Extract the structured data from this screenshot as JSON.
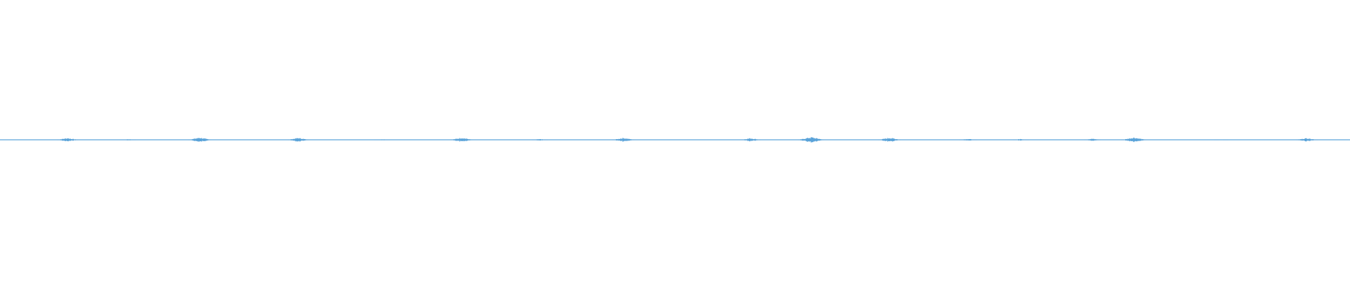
{
  "waveform": {
    "color": "#5aa3d9",
    "background": "#ffffff",
    "bursts": [
      {
        "position": 0.05,
        "amplitude": 0.55
      },
      {
        "position": 0.095,
        "amplitude": 0.2
      },
      {
        "position": 0.148,
        "amplitude": 0.7
      },
      {
        "position": 0.221,
        "amplitude": 0.6
      },
      {
        "position": 0.283,
        "amplitude": 0.18
      },
      {
        "position": 0.342,
        "amplitude": 0.65
      },
      {
        "position": 0.4,
        "amplitude": 0.22
      },
      {
        "position": 0.462,
        "amplitude": 0.6
      },
      {
        "position": 0.556,
        "amplitude": 0.5
      },
      {
        "position": 0.601,
        "amplitude": 0.85
      },
      {
        "position": 0.659,
        "amplitude": 0.65
      },
      {
        "position": 0.717,
        "amplitude": 0.3
      },
      {
        "position": 0.756,
        "amplitude": 0.25
      },
      {
        "position": 0.809,
        "amplitude": 0.35
      },
      {
        "position": 0.84,
        "amplitude": 0.75
      },
      {
        "position": 0.905,
        "amplitude": 0.15
      },
      {
        "position": 0.968,
        "amplitude": 0.55
      }
    ]
  }
}
